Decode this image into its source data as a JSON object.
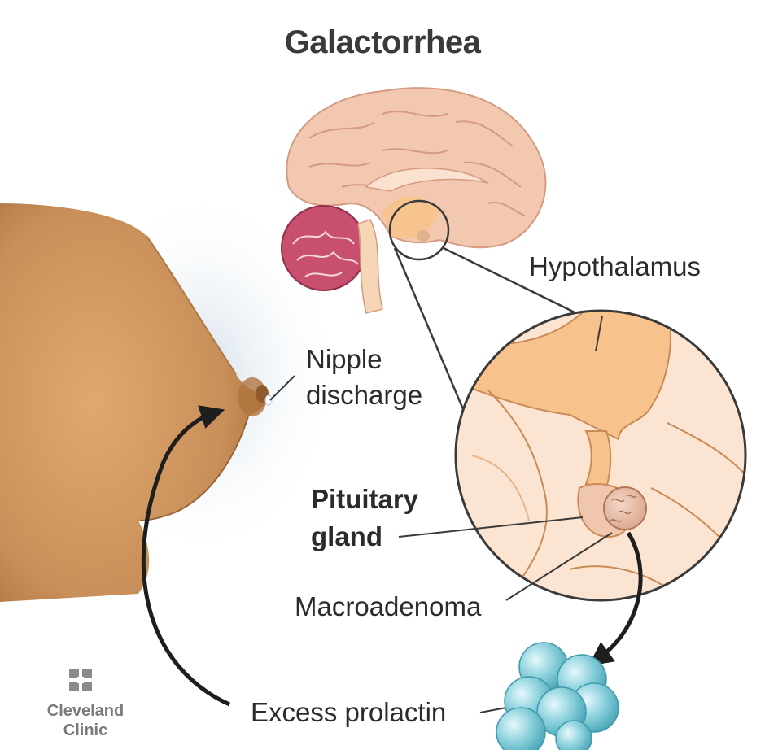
{
  "title": "Galactorrhea",
  "labels": {
    "hypothalamus": "Hypothalamus",
    "nipple_line1": "Nipple",
    "nipple_line2": "discharge",
    "pituitary_line1": "Pituitary",
    "pituitary_line2": "gland",
    "macroadenoma": "Macroadenoma",
    "prolactin": "Excess prolactin"
  },
  "logo": {
    "line1": "Cleveland",
    "line2": "Clinic"
  },
  "colors": {
    "skin": "#c98f5a",
    "brain": "#f2c9b0",
    "cerebellum": "#c94f6e",
    "hypothalamus": "#f7c28c",
    "prolactin": "#8fd3de",
    "outline": "#3a3a3a"
  }
}
